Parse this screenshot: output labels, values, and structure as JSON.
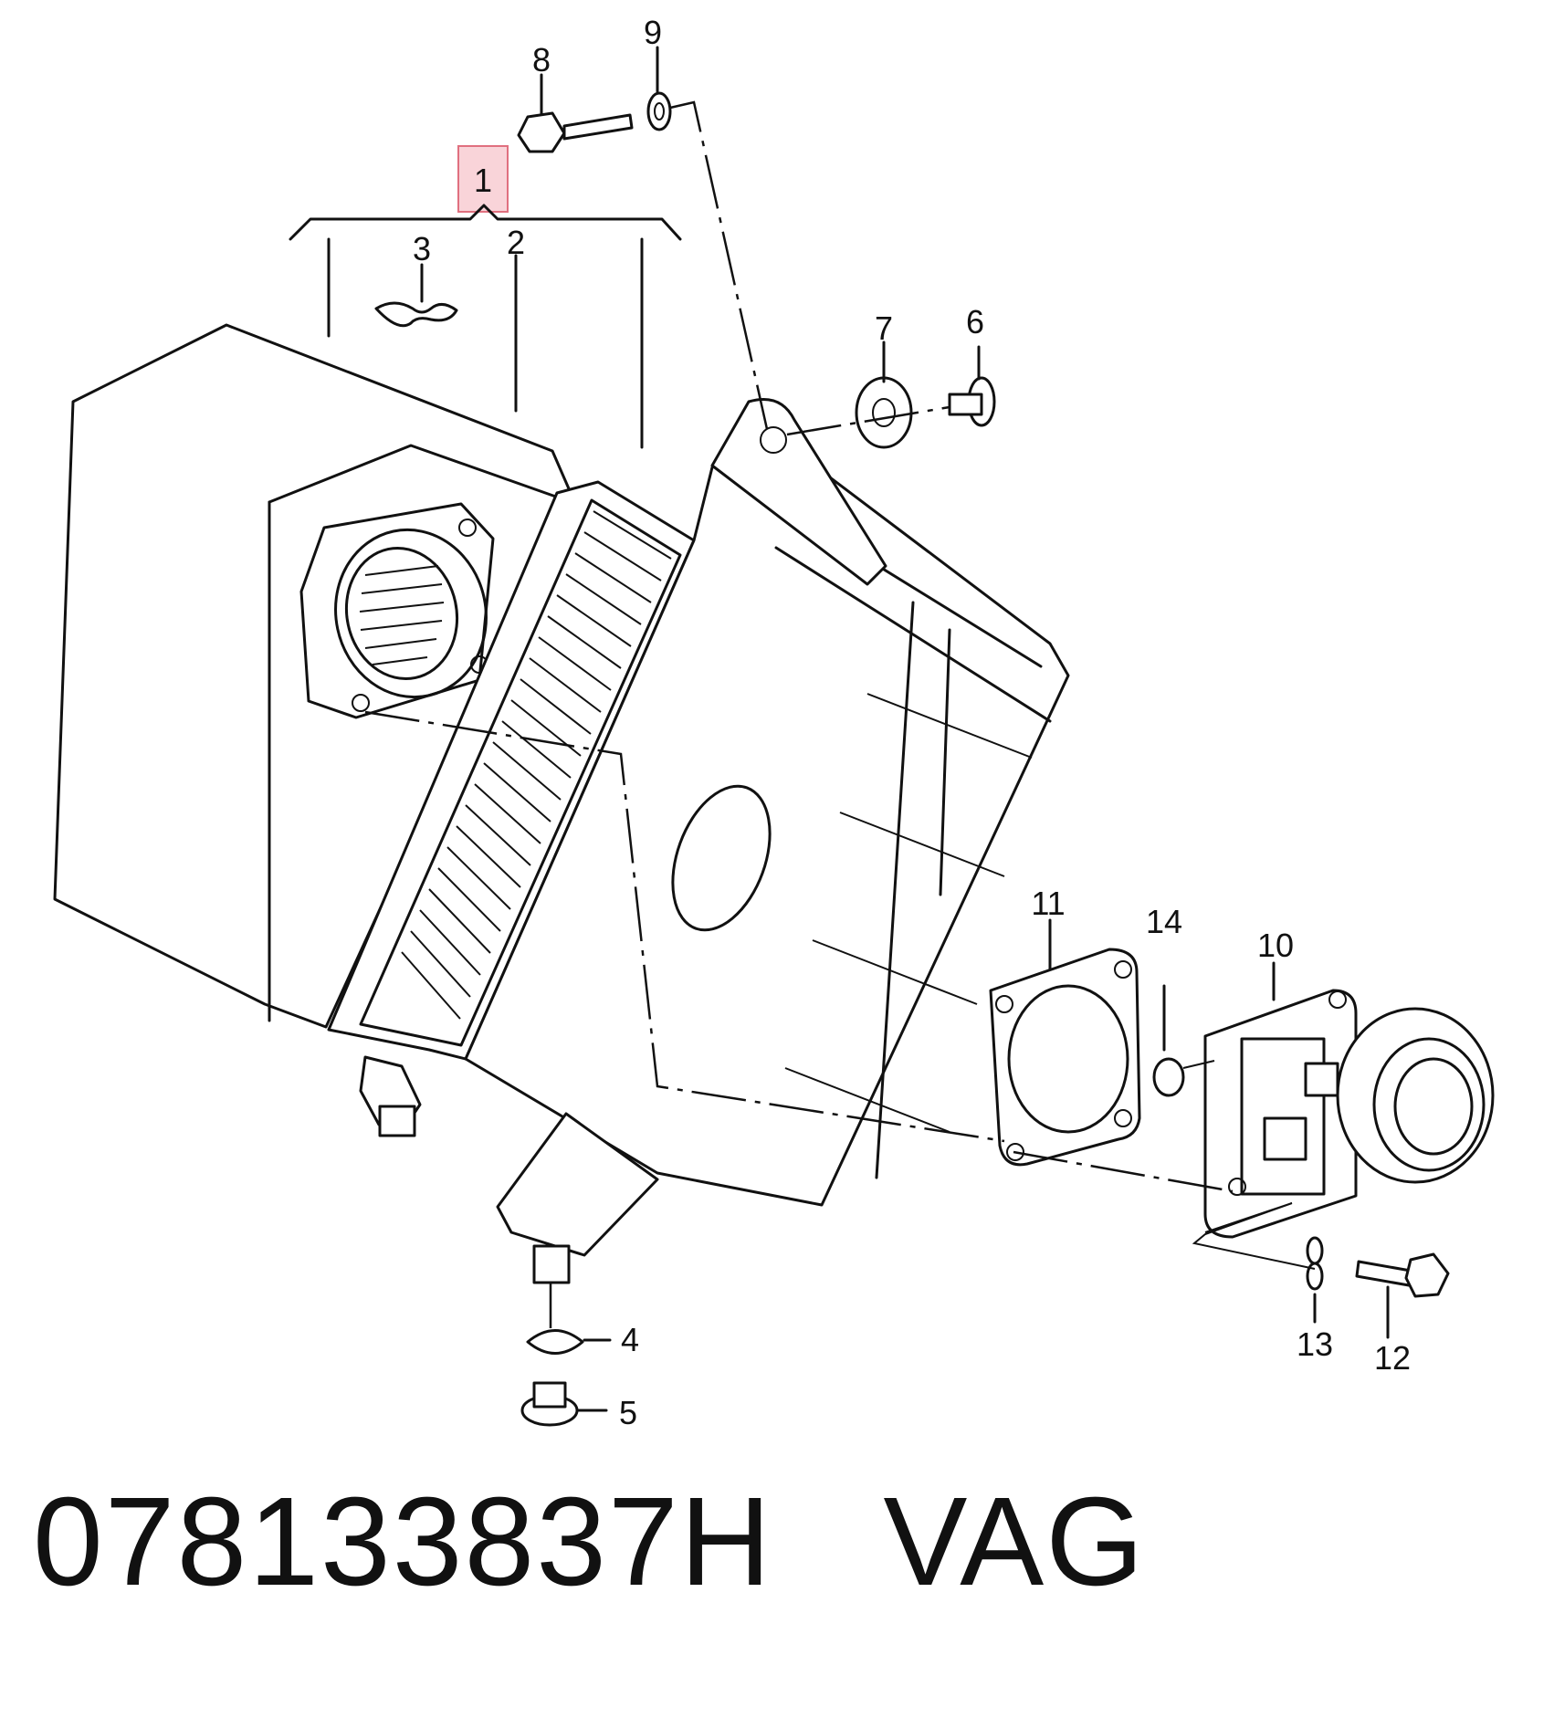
{
  "callouts": [
    {
      "id": "1",
      "text": "1",
      "highlighted": true
    },
    {
      "id": "2",
      "text": "2"
    },
    {
      "id": "3",
      "text": "3"
    },
    {
      "id": "4",
      "text": "4"
    },
    {
      "id": "5",
      "text": "5"
    },
    {
      "id": "6",
      "text": "6"
    },
    {
      "id": "7",
      "text": "7"
    },
    {
      "id": "8",
      "text": "8"
    },
    {
      "id": "9",
      "text": "9"
    },
    {
      "id": "10",
      "text": "10"
    },
    {
      "id": "11",
      "text": "11"
    },
    {
      "id": "12",
      "text": "12"
    },
    {
      "id": "13",
      "text": "13"
    },
    {
      "id": "14",
      "text": "14"
    }
  ],
  "footer": {
    "part_number": "078133837H",
    "brand": "VAG",
    "text": "078133837H   VAG"
  },
  "colors": {
    "highlight_fill": "#f9d4d9",
    "highlight_stroke": "#e0707f",
    "line": "#111111"
  }
}
